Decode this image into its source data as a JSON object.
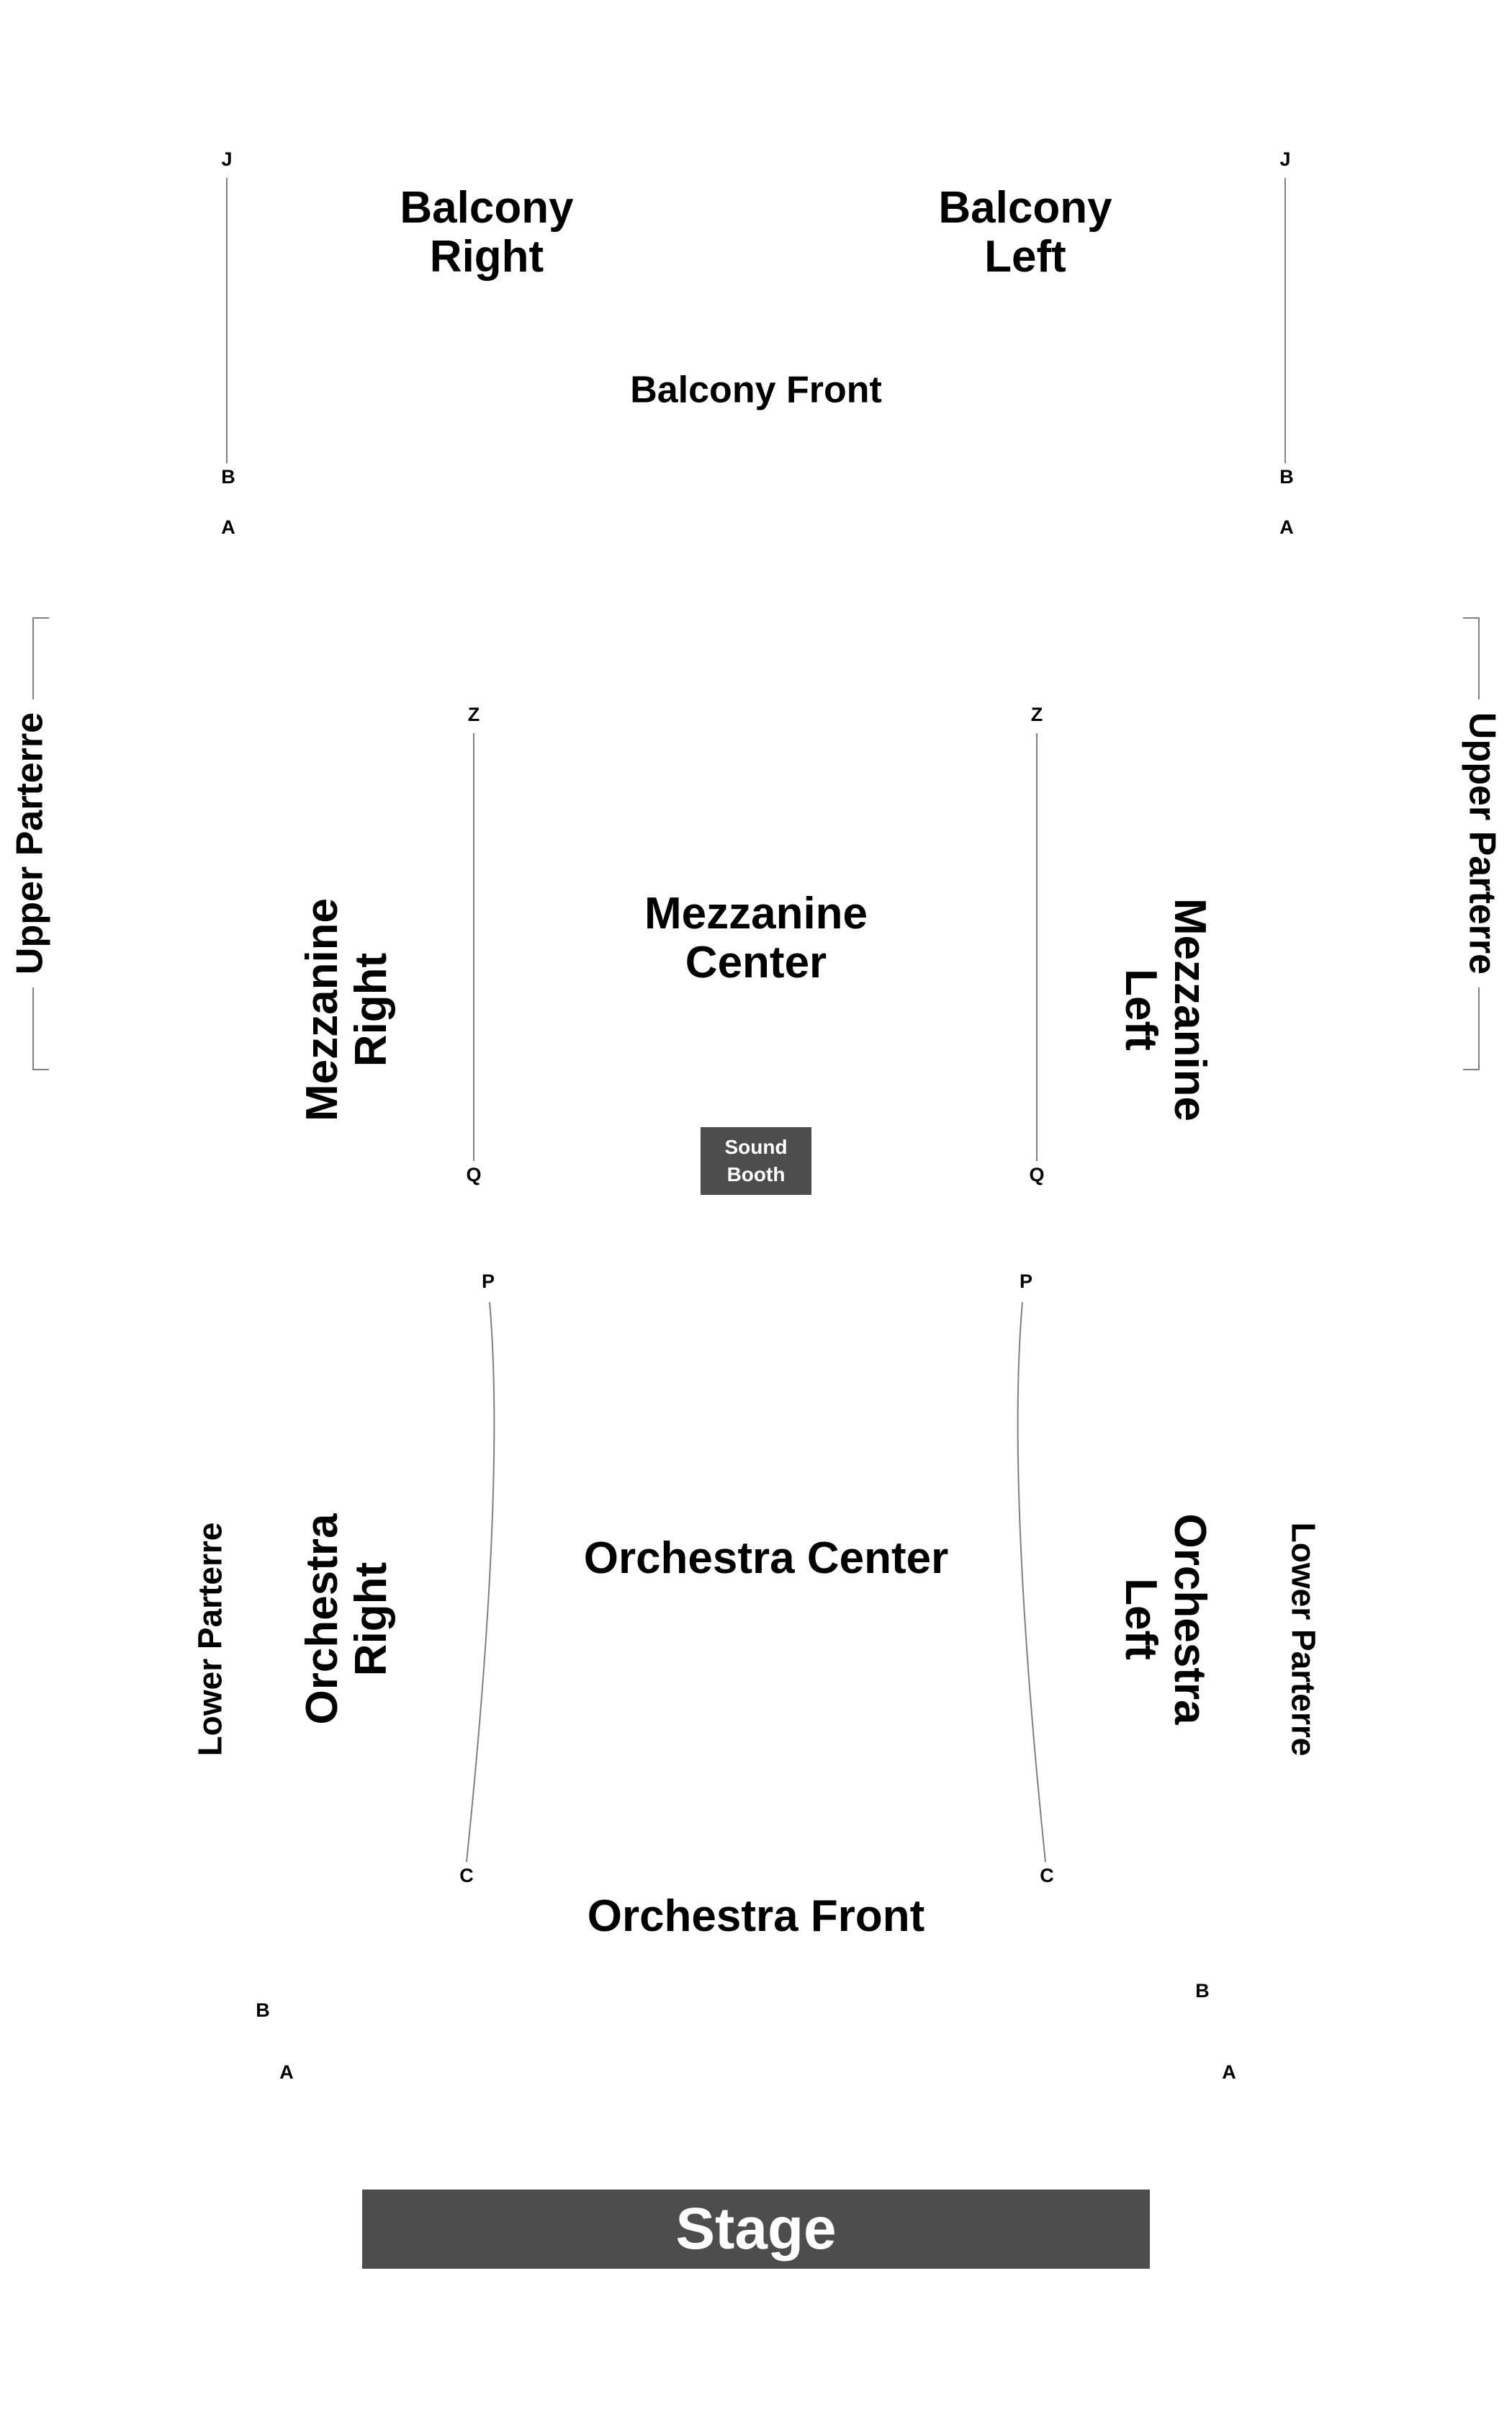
{
  "sections": {
    "balcony_right": [
      "Balcony",
      "Right"
    ],
    "balcony_left": [
      "Balcony",
      "Left"
    ],
    "balcony_front": "Balcony Front",
    "upper_parterre": "Upper Parterre",
    "mezzanine_right": [
      "Mezzanine",
      "Right"
    ],
    "mezzanine_center": [
      "Mezzanine",
      "Center"
    ],
    "mezzanine_left": [
      "Mezzanine",
      "Left"
    ],
    "sound_booth": [
      "Sound",
      "Booth"
    ],
    "orchestra_center": "Orchestra Center",
    "orchestra_right": [
      "Orchestra",
      "Right"
    ],
    "orchestra_left": [
      "Orchestra",
      "Left"
    ],
    "lower_parterre": "Lower Parterre",
    "orchestra_front": "Orchestra Front",
    "stage": "Stage"
  },
  "rows": {
    "balcony": [
      "J",
      "B",
      "A"
    ],
    "mezzanine": [
      "Z",
      "Q"
    ],
    "orchestra": [
      "P",
      "C"
    ],
    "orchestra_front": [
      "B",
      "A"
    ]
  },
  "colors": {
    "block_fill": "#4d4d4d",
    "line": "#808080",
    "text": "#000000",
    "block_text": "#ffffff"
  }
}
